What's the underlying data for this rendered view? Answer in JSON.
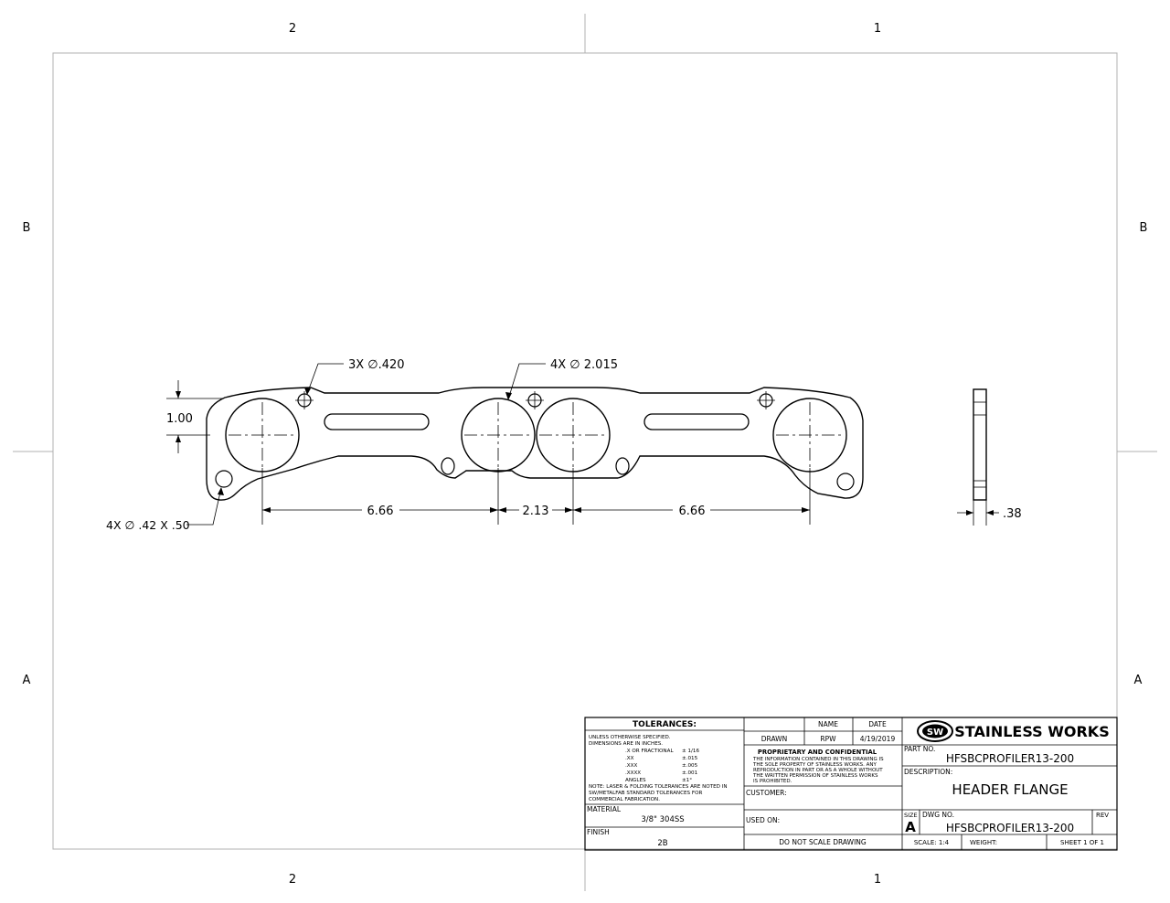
{
  "zones": {
    "top": [
      "2",
      "1"
    ],
    "bottom": [
      "2",
      "1"
    ],
    "rows": [
      "B",
      "A"
    ]
  },
  "dimensions": {
    "bolt_holes": "3X ∅.420",
    "ports": "4X ∅ 2.015",
    "slots": "4X ∅ .42 X .50",
    "height": "1.00",
    "spacing_left": "6.66",
    "spacing_mid": "2.13",
    "spacing_right": "6.66",
    "thickness": ".38"
  },
  "title_block": {
    "tolerances_heading": "TOLERANCES:",
    "tolerance_lines": [
      "UNLESS OTHERWISE SPECIFIED.",
      "DIMENSIONS ARE IN INCHES.",
      "NOTE: LASER & FOLDING TOLERANCES ARE NOTED IN",
      "SW/METALFAB STANDARD TOLERANCES FOR",
      "COMMERCIAL FABRICATION."
    ],
    "tolerance_table": [
      {
        "label": ".X OR FRACTIONAL",
        "value": "± 1/16"
      },
      {
        "label": ".XX",
        "value": "±.015"
      },
      {
        "label": ".XXX",
        "value": "±.005"
      },
      {
        "label": ".XXXX",
        "value": "±.001"
      },
      {
        "label": "ANGLES",
        "value": "±1°"
      }
    ],
    "material_label": "MATERIAL",
    "material_value": "3/8\" 304SS",
    "finish_label": "FINISH",
    "finish_value": "2B",
    "name_header": "NAME",
    "date_header": "DATE",
    "drawn_label": "DRAWN",
    "drawn_name": "RPW",
    "drawn_date": "4/19/2019",
    "proprietary_heading": "PROPRIETARY AND CONFIDENTIAL",
    "proprietary_lines": [
      "THE INFORMATION CONTAINED IN THIS DRAWING IS",
      "THE SOLE PROPERTY OF STAINLESS WORKS.  ANY",
      "REPRODUCTION IN PART OR AS A WHOLE WITHOUT",
      "THE WRITTEN PERMISSION OF STAINLESS WORKS",
      "IS PROHIBITED."
    ],
    "customer_label": "CUSTOMER:",
    "used_on_label": "USED ON:",
    "do_not_scale": "DO NOT SCALE DRAWING",
    "logo_mark": "SW",
    "company": "STAINLESS WORKS",
    "part_no_label": "PART NO.",
    "part_no": "HFSBCPROFILER13-200",
    "description_label": "DESCRIPTION:",
    "description": "HEADER FLANGE",
    "size_label": "SIZE",
    "size": "A",
    "dwg_no_label": "DWG  NO.",
    "dwg_no": "HFSBCPROFILER13-200",
    "rev_label": "REV",
    "scale": "SCALE: 1:4",
    "weight": "WEIGHT:",
    "sheet": "SHEET 1 OF 1"
  }
}
